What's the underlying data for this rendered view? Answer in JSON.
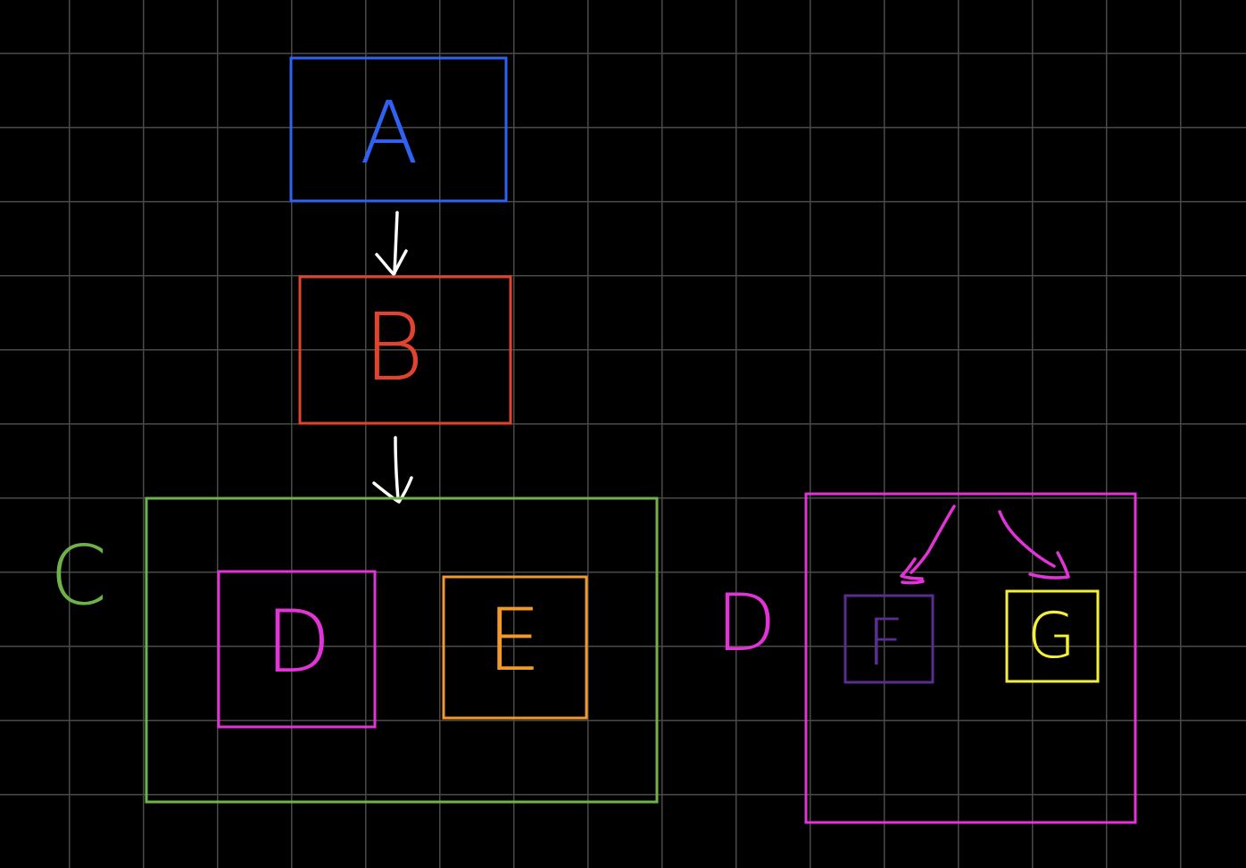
{
  "nodes": [
    {
      "id": "A",
      "label": "A",
      "color": "#2f62f2"
    },
    {
      "id": "B",
      "label": "B",
      "color": "#e1432e"
    },
    {
      "id": "C",
      "label": "C",
      "color": "#6db34a"
    },
    {
      "id": "D_inner",
      "label": "D",
      "color": "#e233d6"
    },
    {
      "id": "E",
      "label": "E",
      "color": "#f2992e"
    },
    {
      "id": "D_outer",
      "label": "D",
      "color": "#e233d6"
    },
    {
      "id": "F",
      "label": "F",
      "color": "#5a2d8e"
    },
    {
      "id": "G",
      "label": "G",
      "color": "#f6ef3a"
    }
  ],
  "edges": [
    {
      "from": "A",
      "to": "B",
      "color": "#ffffff"
    },
    {
      "from": "B",
      "to": "C",
      "color": "#ffffff"
    },
    {
      "from": "D_outer",
      "to": "F",
      "color": "#e233d6"
    },
    {
      "from": "D_outer",
      "to": "G",
      "color": "#e233d6"
    }
  ],
  "colors": {
    "background": "#000000",
    "grid": "#4a4a4a"
  }
}
